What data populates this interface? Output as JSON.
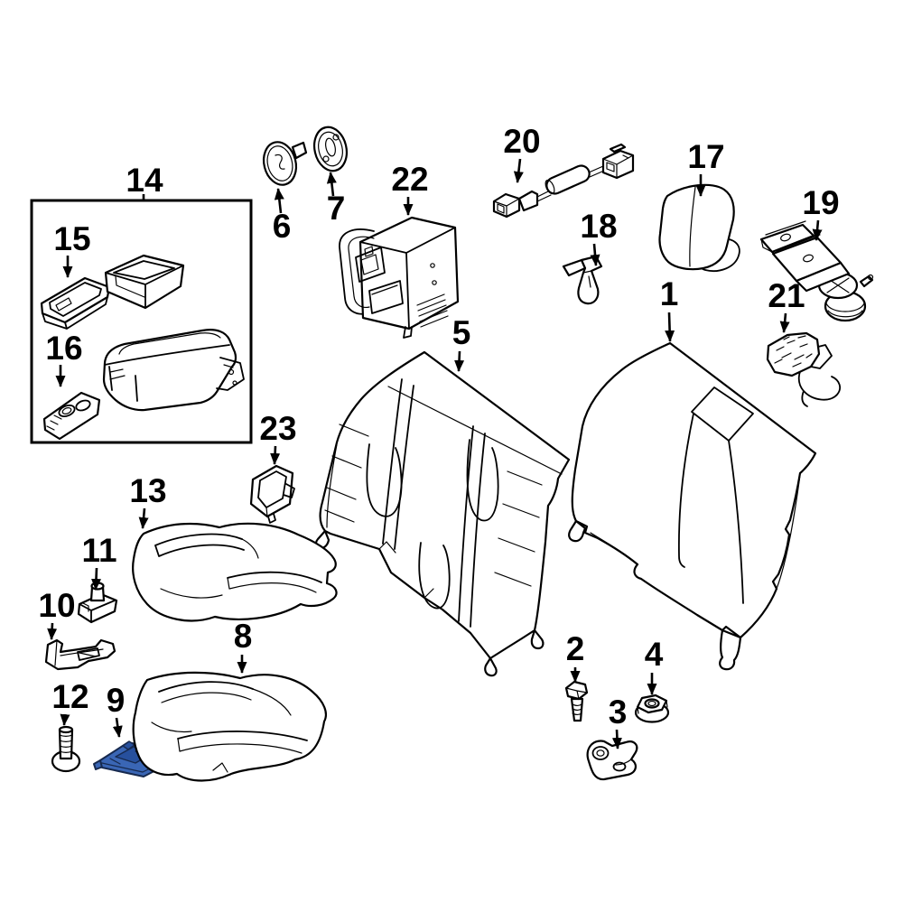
{
  "diagram": {
    "type": "parts-diagram",
    "subject": "rear-seat-components",
    "background": "#ffffff",
    "line_color": "#000000",
    "highlighted_part": {
      "number": "9",
      "fill": "#3a66b5",
      "facet_fill": "#27509d",
      "stroke": "#16294e"
    },
    "labels": {
      "p1": "1",
      "p2": "2",
      "p3": "3",
      "p4": "4",
      "p5": "5",
      "p6": "6",
      "p7": "7",
      "p8": "8",
      "p9": "9",
      "p10": "10",
      "p11": "11",
      "p12": "12",
      "p13": "13",
      "p14": "14",
      "p15": "15",
      "p16": "16",
      "p17": "17",
      "p18": "18",
      "p19": "19",
      "p20": "20",
      "p21": "21",
      "p22": "22",
      "p23": "23"
    },
    "parts": [
      {
        "number": "1",
        "name": "seat-back-cover"
      },
      {
        "number": "2",
        "name": "hex-bolt"
      },
      {
        "number": "3",
        "name": "mounting-plate-bracket"
      },
      {
        "number": "4",
        "name": "flange-nut"
      },
      {
        "number": "5",
        "name": "seat-back-frame-pad"
      },
      {
        "number": "6",
        "name": "cap-grommet"
      },
      {
        "number": "7",
        "name": "ring-grommet"
      },
      {
        "number": "8",
        "name": "lower-seat-cushion"
      },
      {
        "number": "9",
        "name": "retaining-bracket-selected"
      },
      {
        "number": "10",
        "name": "support-rail"
      },
      {
        "number": "11",
        "name": "stud-clip"
      },
      {
        "number": "12",
        "name": "screw"
      },
      {
        "number": "13",
        "name": "upper-seat-cushion"
      },
      {
        "number": "14",
        "name": "armrest-console-assembly"
      },
      {
        "number": "15",
        "name": "storage-tray"
      },
      {
        "number": "16",
        "name": "cup-holder-insert"
      },
      {
        "number": "17",
        "name": "headrest"
      },
      {
        "number": "18",
        "name": "retainer-clip"
      },
      {
        "number": "19",
        "name": "headrest-guide-mechanism"
      },
      {
        "number": "20",
        "name": "bowden-cable"
      },
      {
        "number": "21",
        "name": "latch-bracket-spring"
      },
      {
        "number": "22",
        "name": "fold-lock-module"
      },
      {
        "number": "23",
        "name": "catch-bracket"
      }
    ]
  }
}
